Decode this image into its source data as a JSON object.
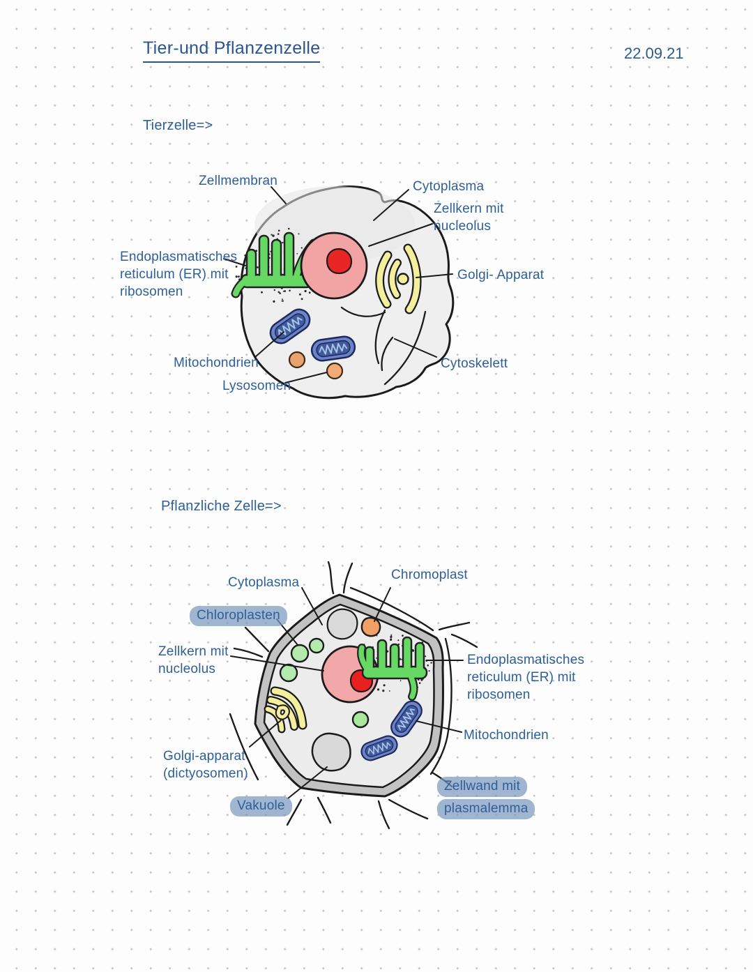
{
  "page": {
    "title": "Tier-und Pflanzenzelle",
    "date": "22.09.21"
  },
  "sections": {
    "animal_heading": "Tierzelle=>",
    "plant_heading": "Pflanzliche Zelle=>"
  },
  "animal_cell": {
    "labels": {
      "zellmembran": "Zellmembran",
      "cytoplasma": "Cytoplasma",
      "zellkern": "Zellkern mit nucleolus",
      "er": "Endoplasmatisches reticulum (ER) mit ribosomen",
      "golgi": "Golgi- Apparat",
      "mitochondrien": "Mitochondrien",
      "lysosomen": "Lysosomen",
      "cytoskelett": "Cytoskelett"
    }
  },
  "plant_cell": {
    "labels": {
      "cytoplasma": "Cytoplasma",
      "chromoplast": "Chromoplast",
      "chloroplasten": "Chloroplasten",
      "zellkern": "Zellkern mit nucleolus",
      "er": "Endoplasmatisches reticulum (ER) mit ribosomen",
      "mitochondrien": "Mitochondrien",
      "golgi": "Golgi-apparat (dictyosomen)",
      "vakuole": "Vakuole",
      "zellwand_line1": "Zellwand mit",
      "zellwand_line2": "plasmalemma"
    }
  },
  "colors": {
    "label_text": "#2e6097",
    "title_text": "#2a5591",
    "highlight_pill": "#93abca",
    "nucleus_pink": "#f2a4a4",
    "nucleolus_red": "#e82525",
    "er_green": "#66d964",
    "golgi_yellow": "#f3ef9d",
    "mitochondria_blue": "#6e83c6",
    "lysosome_orange": "#eba26c",
    "chromoplast_orange": "#f0a064",
    "chloroplast_green": "#b5eaaf",
    "cell_fill": "#efefef",
    "wall_gray": "#c2c2c2"
  }
}
